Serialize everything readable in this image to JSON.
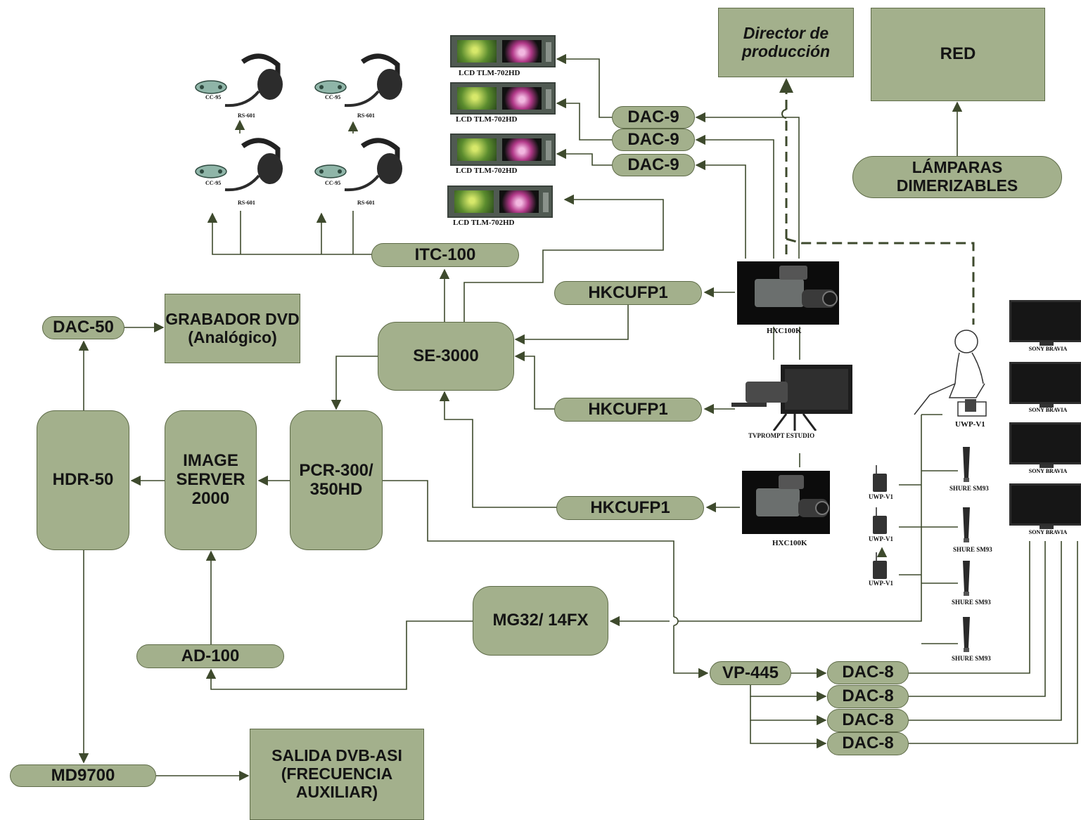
{
  "colors": {
    "box_fill": "#a3b08c",
    "box_border": "#5e6b48",
    "wire": "#3e4a2d"
  },
  "nodes": {
    "director": "Director de producción",
    "red": "RED",
    "lamparas": "LÁMPARAS DIMERIZABLES",
    "dac9_1": "DAC-9",
    "dac9_2": "DAC-9",
    "dac9_3": "DAC-9",
    "itc100": "ITC-100",
    "hkcufp1_1": "HKCUFP1",
    "hkcufp1_2": "HKCUFP1",
    "hkcufp1_3": "HKCUFP1",
    "se3000": "SE-3000",
    "dac50": "DAC-50",
    "grabador": "GRABADOR DVD (Analógico)",
    "hdr50": "HDR-50",
    "image_server": "IMAGE SERVER 2000",
    "pcr": "PCR-300/ 350HD",
    "mg32": "MG32/ 14FX",
    "ad100": "AD-100",
    "vp445": "VP-445",
    "dac8_1": "DAC-8",
    "dac8_2": "DAC-8",
    "dac8_3": "DAC-8",
    "dac8_4": "DAC-8",
    "md9700": "MD9700",
    "salida": "SALIDA DVB-ASI (FRECUENCIA AUXILIAR)"
  },
  "device_labels": {
    "lcd1": "LCD TLM-702HD",
    "lcd2": "LCD TLM-702HD",
    "lcd3": "LCD TLM-702HD",
    "lcd4": "LCD TLM-702HD",
    "cc95": "CC-95",
    "rs601": "RS-601",
    "camera_top": "HXC100K",
    "camera_bottom": "HXC100K",
    "prompter": "TVPROMPT ESTUDIO",
    "uwp_presenter": "UWP-V1",
    "uwp": "UWP-V1",
    "shure": "SHURE SM93",
    "sony": "SONY BRAVIA"
  }
}
